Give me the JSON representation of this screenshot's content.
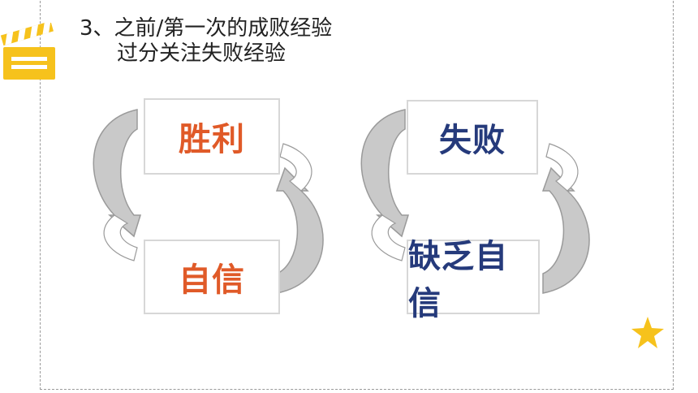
{
  "title": {
    "line1": "3、之前/第一次的成败经验",
    "line2": "过分关注失败经验"
  },
  "diagram": {
    "cycle_left": {
      "top_box": "胜利",
      "bottom_box": "自信"
    },
    "cycle_right": {
      "top_box": "失败",
      "bottom_box": "缺乏自信"
    }
  },
  "colors": {
    "positive_text": "#e05a28",
    "negative_text": "#253a7b",
    "arrow_fill": "#c9c9c9",
    "arrow_outline": "#9a9a9a",
    "decoration_yellow": "#f6c21c"
  },
  "icons": [
    "clapperboard-icon",
    "star-icon"
  ]
}
